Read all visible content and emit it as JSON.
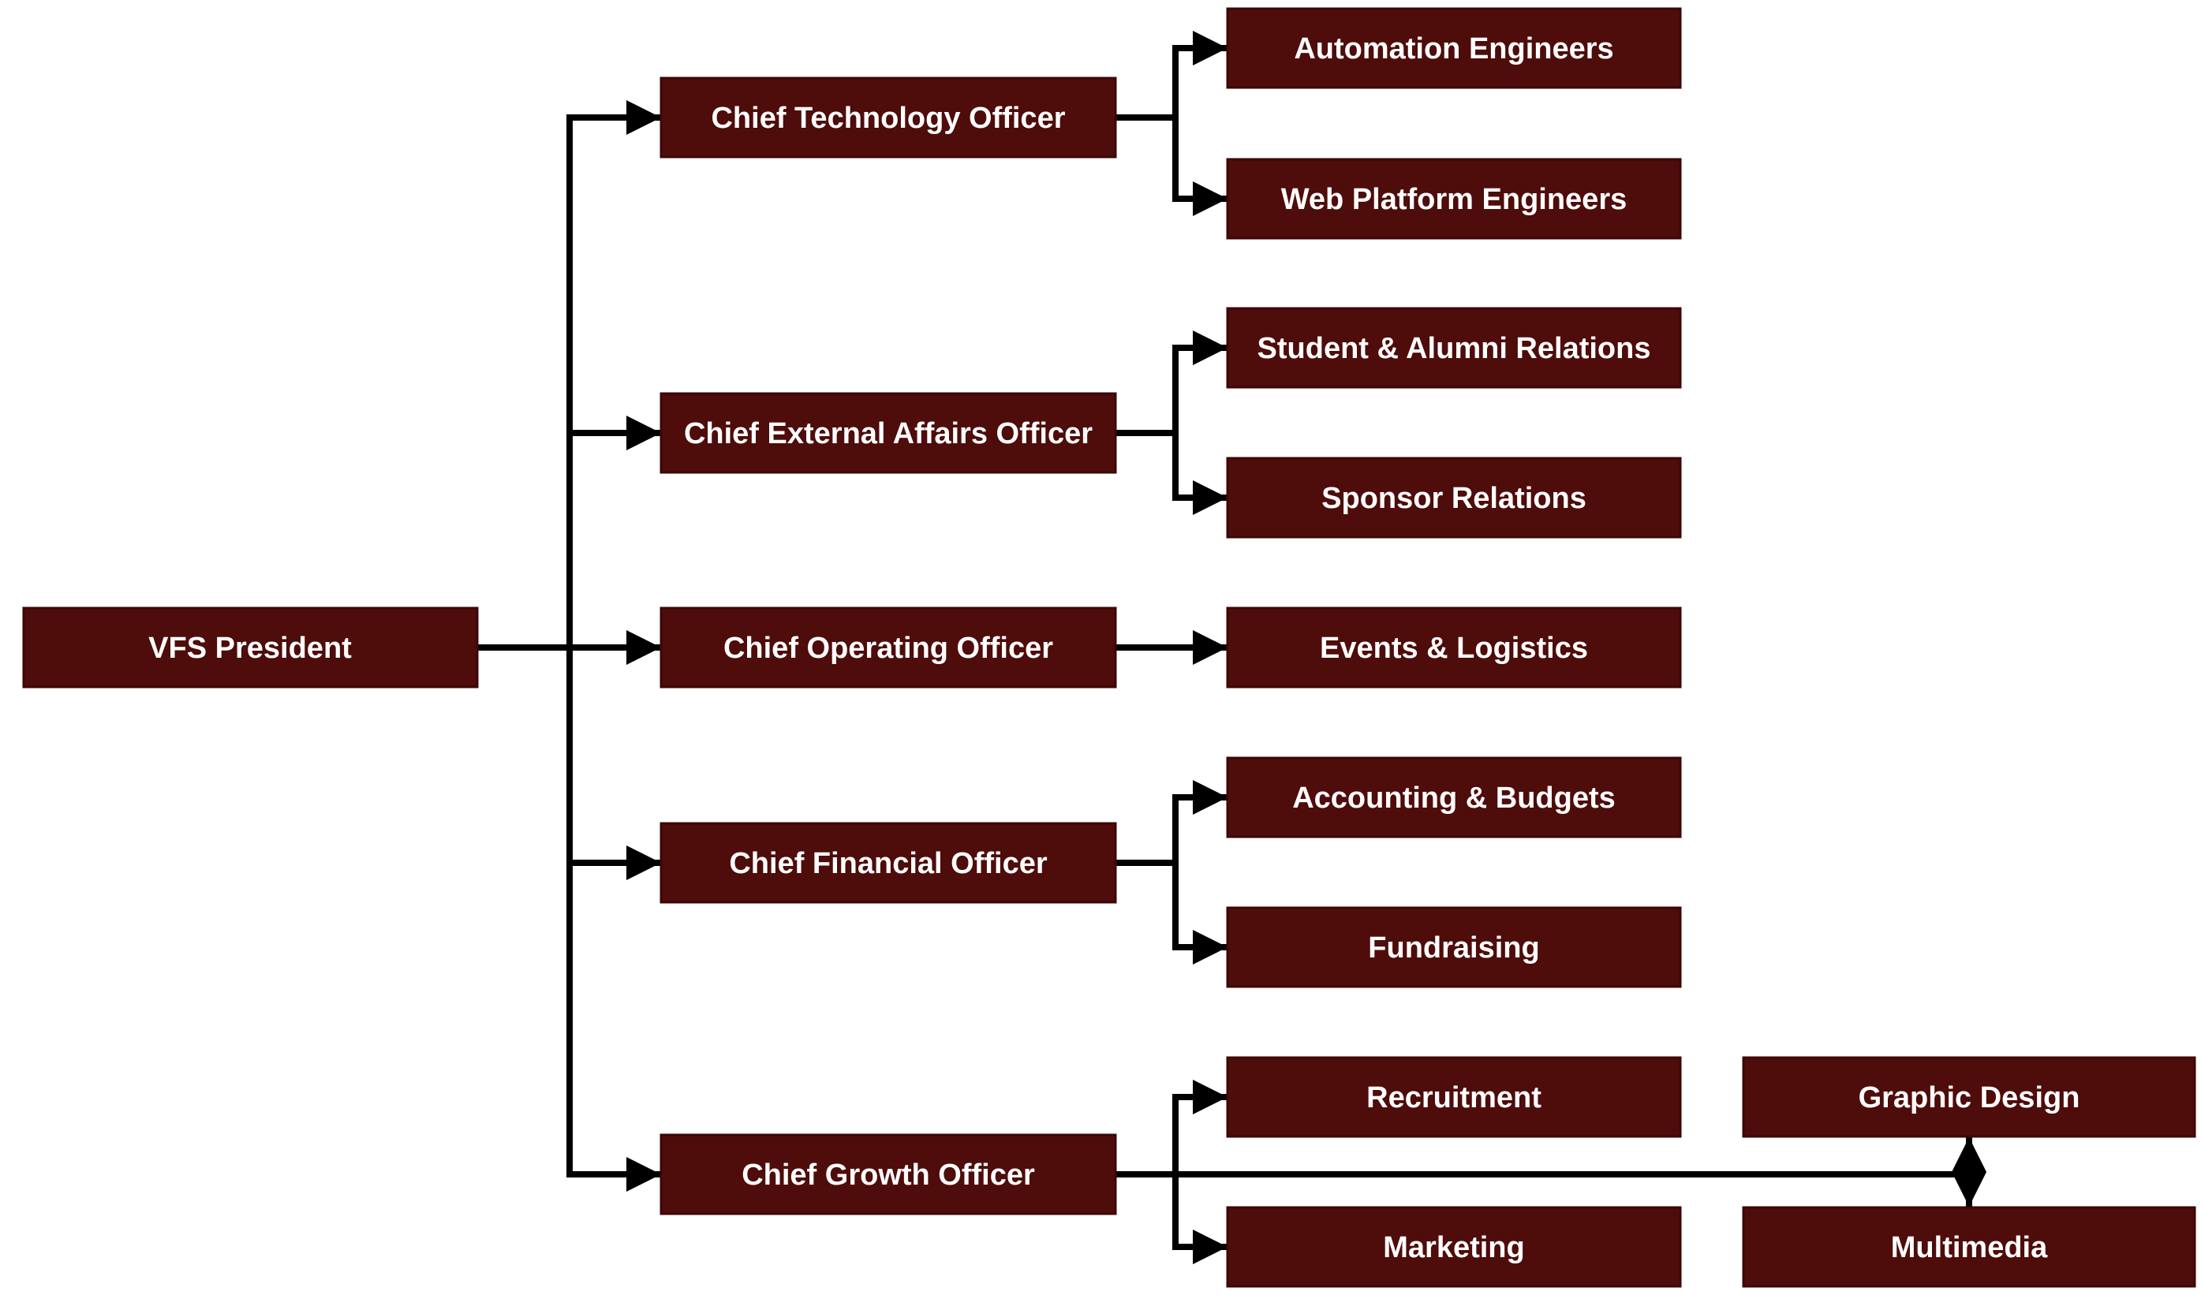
{
  "diagram": {
    "type": "org-chart",
    "background": "#FFFFFF"
  },
  "colors": {
    "node_fill": "#4E0C0A",
    "node_stroke": "#3C0706",
    "node_text": "#FFFFFF",
    "edge_line": "#000000",
    "bg": "#FFFFFF"
  },
  "nodes": {
    "president": {
      "label": "VFS President"
    },
    "cto": {
      "label": "Chief Technology Officer"
    },
    "ceao": {
      "label": "Chief External Affairs Officer"
    },
    "coo": {
      "label": "Chief Operating Officer"
    },
    "cfo": {
      "label": "Chief Financial Officer"
    },
    "cgo": {
      "label": "Chief Growth Officer"
    },
    "automation": {
      "label": "Automation Engineers"
    },
    "webplatform": {
      "label": "Web Platform Engineers"
    },
    "student_alumni": {
      "label": "Student & Alumni Relations"
    },
    "sponsor": {
      "label": "Sponsor Relations"
    },
    "events": {
      "label": "Events & Logistics"
    },
    "accounting": {
      "label": "Accounting & Budgets"
    },
    "fundraising": {
      "label": "Fundraising"
    },
    "recruitment": {
      "label": "Recruitment"
    },
    "marketing": {
      "label": "Marketing"
    },
    "graphic_design": {
      "label": "Graphic Design"
    },
    "multimedia": {
      "label": "Multimedia"
    }
  },
  "edges": [
    {
      "from": "president",
      "to": "cto",
      "arrow": "directed"
    },
    {
      "from": "president",
      "to": "ceao",
      "arrow": "directed"
    },
    {
      "from": "president",
      "to": "coo",
      "arrow": "directed"
    },
    {
      "from": "president",
      "to": "cfo",
      "arrow": "directed"
    },
    {
      "from": "president",
      "to": "cgo",
      "arrow": "directed"
    },
    {
      "from": "cto",
      "to": "automation",
      "arrow": "directed"
    },
    {
      "from": "cto",
      "to": "webplatform",
      "arrow": "directed"
    },
    {
      "from": "ceao",
      "to": "student_alumni",
      "arrow": "directed"
    },
    {
      "from": "ceao",
      "to": "sponsor",
      "arrow": "directed"
    },
    {
      "from": "coo",
      "to": "events",
      "arrow": "directed"
    },
    {
      "from": "cfo",
      "to": "accounting",
      "arrow": "directed"
    },
    {
      "from": "cfo",
      "to": "fundraising",
      "arrow": "directed"
    },
    {
      "from": "cgo",
      "to": "recruitment",
      "arrow": "directed"
    },
    {
      "from": "cgo",
      "to": "marketing",
      "arrow": "directed"
    },
    {
      "from": "cgo",
      "to": "graphic_design",
      "arrow": "directed-up-head"
    },
    {
      "from": "cgo",
      "to": "multimedia",
      "arrow": "directed-down-head"
    }
  ]
}
